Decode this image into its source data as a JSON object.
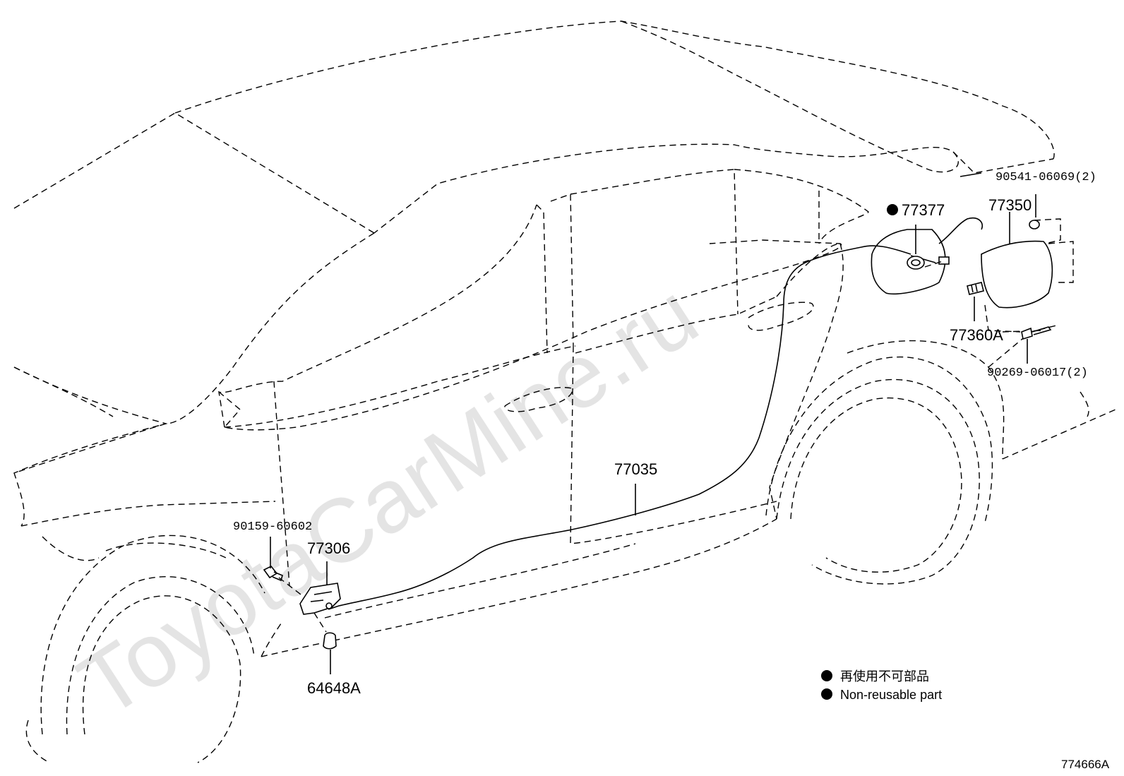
{
  "watermark": "ToyotaCarMine.ru",
  "diagram_code": "774666A",
  "labels": {
    "p90541": "90541-06069(2)",
    "p77377": "77377",
    "p77350": "77350",
    "p77360A": "77360A",
    "p90269": "90269-06017(2)",
    "p77035": "77035",
    "p90159": "90159-60602",
    "p77306": "77306",
    "p64648A": "64648A"
  },
  "legend": {
    "line1": "再使用不可部品",
    "line2": "Non-reusable part"
  }
}
